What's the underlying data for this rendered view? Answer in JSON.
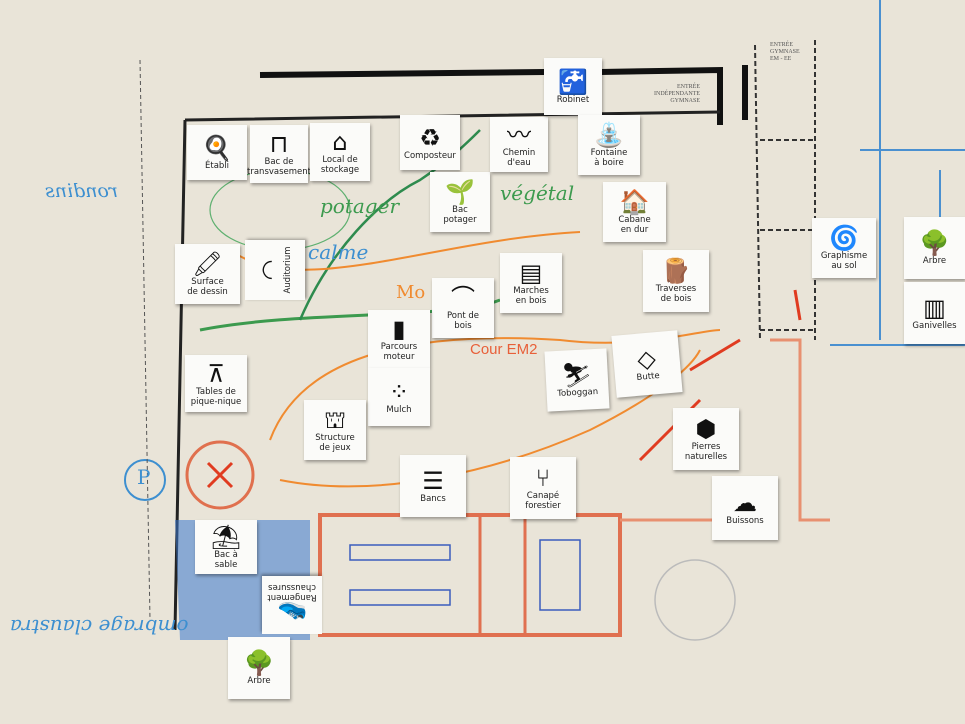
{
  "plan_labels": {
    "gym_entrance": "ENTRÉE INDÉPENDANTE GYMNASE",
    "gym_entrance_2": "ENTRÉE GYMNASE EM - EE"
  },
  "handwritten": {
    "rondins": "rondins",
    "ombrage": "ombrage claustra",
    "cour": "Cour EM2",
    "calme": "calme",
    "parking": "P",
    "vegetal": "végétal",
    "potager": "potager",
    "motricite": "Mo"
  },
  "cards": [
    {
      "label": "Établi",
      "icon": "tools-icon",
      "glyph": "🍳"
    },
    {
      "label": "Bac de transvasement",
      "icon": "table-icon",
      "glyph": "⊓"
    },
    {
      "label": "Local de\nstockage",
      "icon": "shed-icon",
      "glyph": "⌂"
    },
    {
      "label": "Composteur",
      "icon": "compost-icon",
      "glyph": "♻"
    },
    {
      "label": "Bac\npotager",
      "icon": "planter-icon",
      "glyph": "🌱"
    },
    {
      "label": "Chemin\nd'eau",
      "icon": "water-path-icon",
      "glyph": "〰"
    },
    {
      "label": "Robinet",
      "icon": "faucet-icon",
      "glyph": "🚰"
    },
    {
      "label": "Fontaine\nà boire",
      "icon": "fountain-icon",
      "glyph": "⛲"
    },
    {
      "label": "Cabane\nen dur",
      "icon": "cabin-icon",
      "glyph": "🏠"
    },
    {
      "label": "Graphisme\nau sol",
      "icon": "spiral-icon",
      "glyph": "🌀"
    },
    {
      "label": "Arbre",
      "icon": "tree-icon",
      "glyph": "🌳"
    },
    {
      "label": "Ganivelles",
      "icon": "fence-icon",
      "glyph": "▥"
    },
    {
      "label": "Surface\nde dessin",
      "icon": "drawing-board-icon",
      "glyph": "🖍"
    },
    {
      "label": "Auditorium",
      "icon": "auditorium-icon",
      "glyph": "◠"
    },
    {
      "label": "Marches\nen bois",
      "icon": "steps-icon",
      "glyph": "▤"
    },
    {
      "label": "Traverses\nde bois",
      "icon": "log-icon",
      "glyph": "🪵"
    },
    {
      "label": "Pont de\nbois",
      "icon": "bridge-icon",
      "glyph": "⌒"
    },
    {
      "label": "Parcours\nmoteur",
      "icon": "stump-icon",
      "glyph": "▮"
    },
    {
      "label": "Tables de\npique-nique",
      "icon": "picnic-table-icon",
      "glyph": "⊼"
    },
    {
      "label": "Toboggan",
      "icon": "slide-icon",
      "glyph": "⛷"
    },
    {
      "label": "Butte",
      "icon": "mound-icon",
      "glyph": "◇"
    },
    {
      "label": "Mulch",
      "icon": "mulch-icon",
      "glyph": "⁘"
    },
    {
      "label": "Structure\nde jeux",
      "icon": "playground-icon",
      "glyph": "⛫"
    },
    {
      "label": "Pierres\nnaturelles",
      "icon": "stones-icon",
      "glyph": "⬢"
    },
    {
      "label": "Bancs",
      "icon": "bench-icon",
      "glyph": "☰"
    },
    {
      "label": "Canapé\nforestier",
      "icon": "branch-icon",
      "glyph": "⑂"
    },
    {
      "label": "Buissons",
      "icon": "bush-icon",
      "glyph": "☁"
    },
    {
      "label": "Bac à\nsable",
      "icon": "sandbox-icon",
      "glyph": "⛱"
    },
    {
      "label": "Rangement\nchaussures",
      "icon": "shoe-rack-icon",
      "glyph": "👟"
    },
    {
      "label": "Arbre",
      "icon": "tree-icon",
      "glyph": "🌳"
    }
  ]
}
